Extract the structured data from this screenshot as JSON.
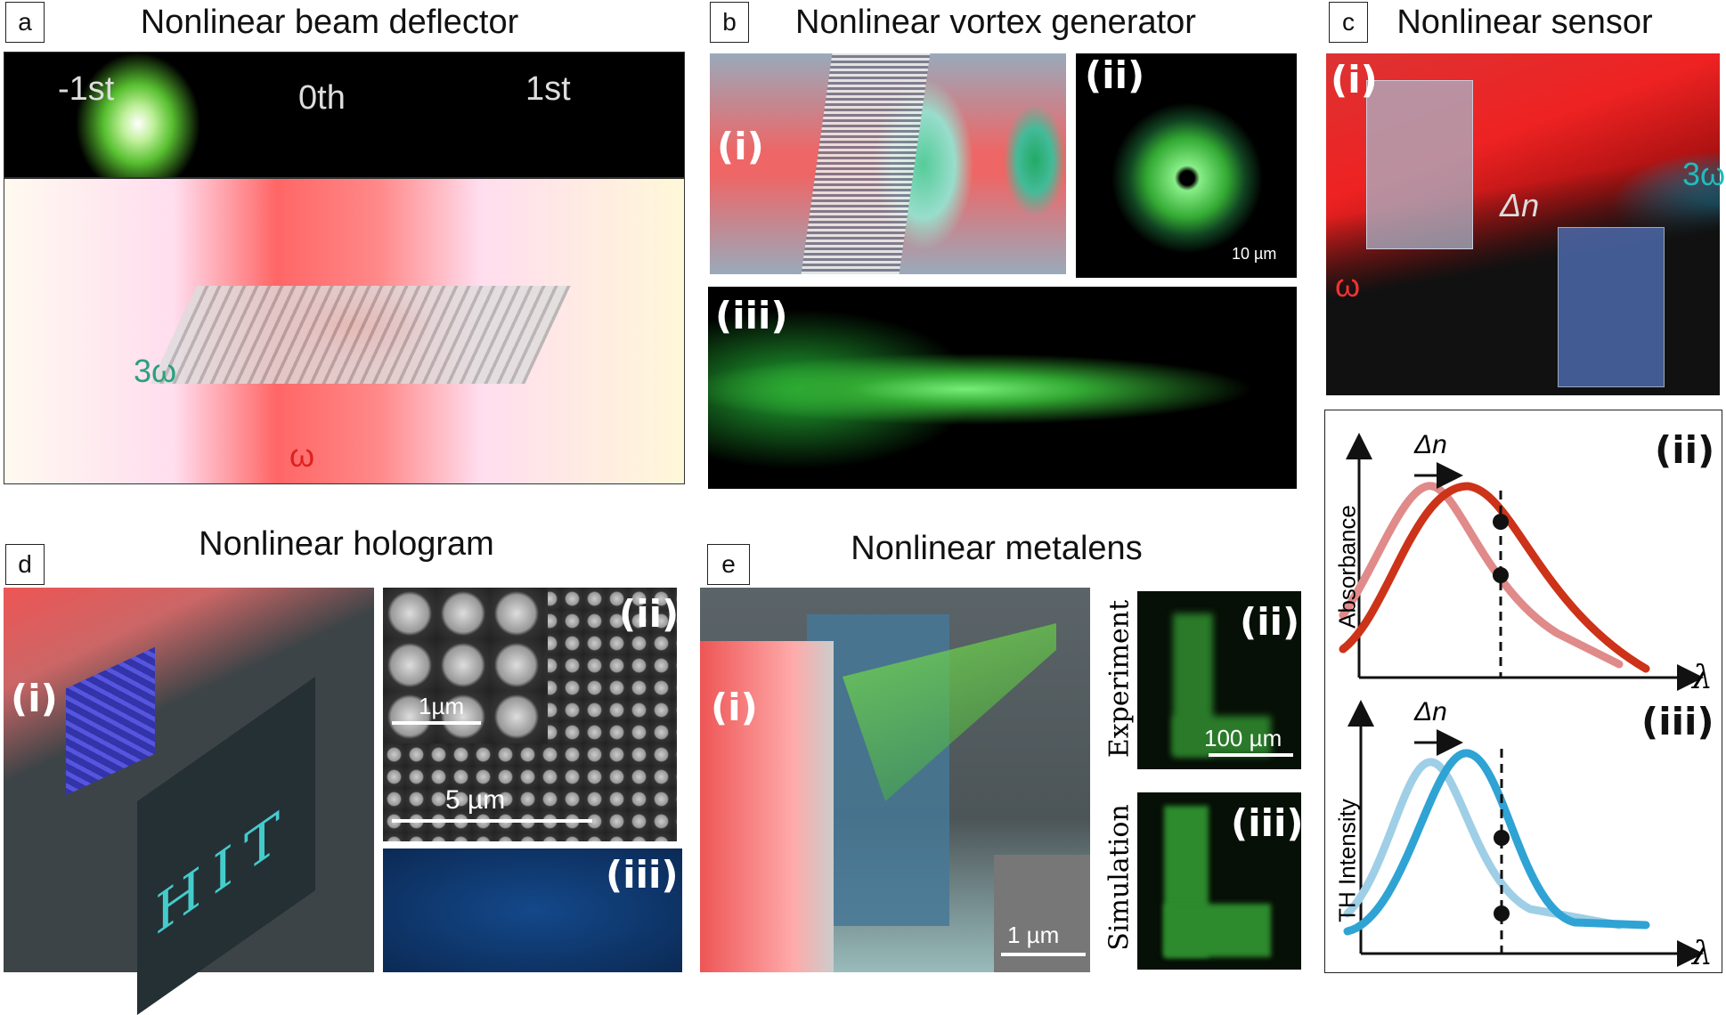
{
  "panels": {
    "a": {
      "letter": "a",
      "title": "Nonlinear beam deflector",
      "orders": [
        "-1st",
        "0th",
        "1st"
      ],
      "labels": {
        "harmonic": "3ω",
        "fundamental": "ω"
      }
    },
    "b": {
      "letter": "b",
      "title": "Nonlinear vortex generator",
      "sub": [
        "(i)",
        "(ii)",
        "(iii)"
      ],
      "scale": "10 µm"
    },
    "c": {
      "letter": "c",
      "title": "Nonlinear sensor",
      "sub": [
        "(i)",
        "(ii)",
        "(iii)"
      ],
      "labels": {
        "fundamental": "ω",
        "harmonic": "3ω",
        "shift": "Δn"
      },
      "plots": [
        {
          "ylabel": "Absorbance",
          "xlabel": "λ",
          "shift": "Δn",
          "colors": [
            "#e08a8a",
            "#cc3318"
          ]
        },
        {
          "ylabel": "TH Intensity",
          "xlabel": "λ",
          "shift": "Δn",
          "colors": [
            "#9fcfe6",
            "#2fa3d4"
          ]
        }
      ]
    },
    "d": {
      "letter": "d",
      "title": "Nonlinear hologram",
      "sub": [
        "(i)",
        "(ii)",
        "(iii)"
      ],
      "hologram_text": "HIT",
      "scales": [
        "1µm",
        "5 µm"
      ]
    },
    "e": {
      "letter": "e",
      "title": "Nonlinear metalens",
      "sub": [
        "(i)",
        "(ii)",
        "(iii)"
      ],
      "row_labels": [
        "Experiment",
        "Simulation"
      ],
      "scales": [
        "100 µm",
        "1 µm"
      ]
    }
  }
}
